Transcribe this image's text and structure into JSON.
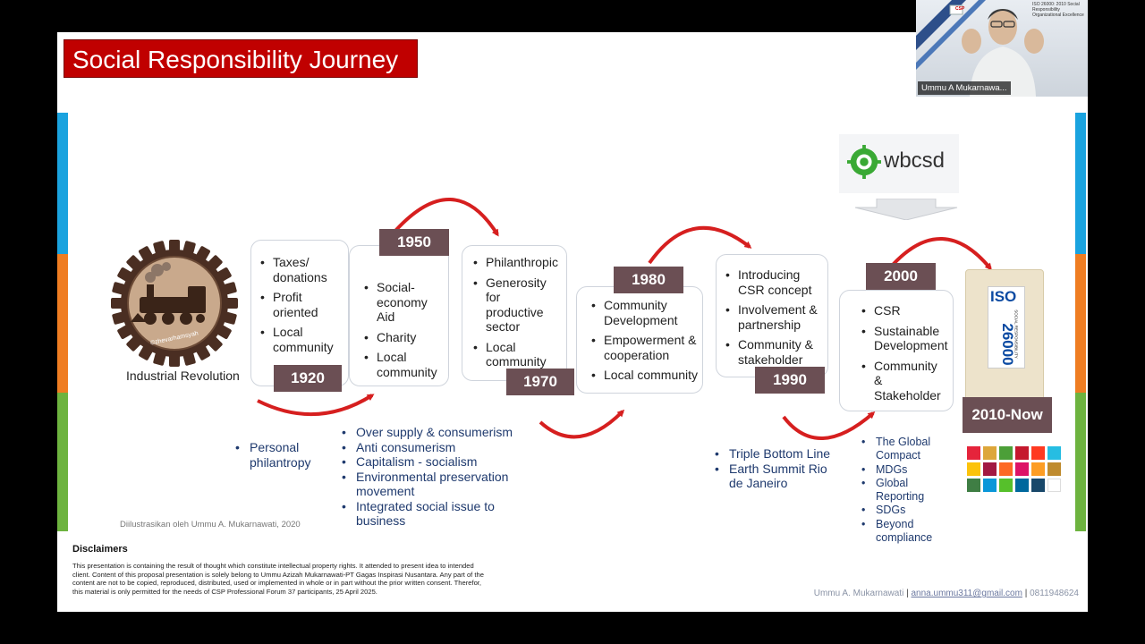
{
  "slide": {
    "title": "Social Responsibility Journey",
    "start_label": "Industrial Revolution",
    "watermark": "©zhevarhamsyah",
    "credit": "Diilustrasikan oleh Ummu A. Mukarnawati, 2020",
    "disclaimer_title": "Disclaimers",
    "disclaimer_text": "This presentation is containing the result of thought which constitute intellectual property rights. It attended to present idea to intended client. Content of this proposal presentation is solely belong to Ummu Azizah Mukarnawati-PT Gagas Inspirasi Nusantara. Any part of the content are not to be copied, reproduced, distributed, used or implemented in whole or in part without the prior written consent. Therefor, this material is only permitted for the needs of CSP Professional Forum 37 participants, 25 April 2025.",
    "footer": {
      "name": "Ummu A. Mukarnawati",
      "sep1": "|",
      "email": "anna.ummu311@gmail.com",
      "sep2": "|",
      "phone": "0811948624"
    }
  },
  "timeline": [
    {
      "year": "1920",
      "card": [
        "Taxes/ donations",
        "Profit oriented",
        "Local community"
      ],
      "below": [
        "Personal philantropy"
      ]
    },
    {
      "year": "1950",
      "card": [
        "Social-economy Aid",
        "Charity",
        "Local community"
      ],
      "below": [
        "Over supply & consumerism",
        "Anti consumerism",
        "Capitalism - socialism",
        "Environmental preservation movement",
        "Integrated social issue to business"
      ]
    },
    {
      "year": "1970",
      "card": [
        "Philanthropic",
        "Generosity for productive sector",
        "Local community"
      ]
    },
    {
      "year": "1980",
      "card": [
        "Community Development",
        "Empowerment & cooperation",
        "Local community"
      ]
    },
    {
      "year": "1990",
      "card": [
        "Introducing CSR concept",
        "Involvement & partnership",
        "Community & stakeholder"
      ],
      "below": [
        "Triple Bottom Line",
        "Earth Summit Rio de Janeiro"
      ]
    },
    {
      "year": "2000",
      "card": [
        "CSR",
        "Sustainable Development",
        "Community & Stakeholder"
      ],
      "below": [
        "The Global Compact",
        "MDGs",
        "Global Reporting",
        "SDGs",
        "Beyond compliance"
      ]
    },
    {
      "year": "2010-Now"
    }
  ],
  "logos": {
    "wbcsd": "wbcsd",
    "iso_top": "ISO",
    "iso_number": "26000",
    "iso_sub": "SOCIAL RESPONSIBILITY"
  },
  "webcam": {
    "participant": "Ummu A Mukarnawa...",
    "slide_text": "ISO 26000: 2010 Social Responsibility Organizational Excellence",
    "logo_text": "CSP"
  },
  "colors": {
    "title_bg": "#c00000",
    "arrow": "#d61f1f",
    "year_bg": "#6b4f54",
    "bar_blue": "#1aa3df",
    "bar_orange": "#ef7d22",
    "bar_green": "#6db33f",
    "bullet_text": "#1f3a6e"
  },
  "icons": [
    "steam-train-gear-icon",
    "wbcsd-logo-icon",
    "iso-26000-logo-icon",
    "sdg-icons-grid",
    "curved-arrow-icon",
    "down-arrow-icon"
  ]
}
